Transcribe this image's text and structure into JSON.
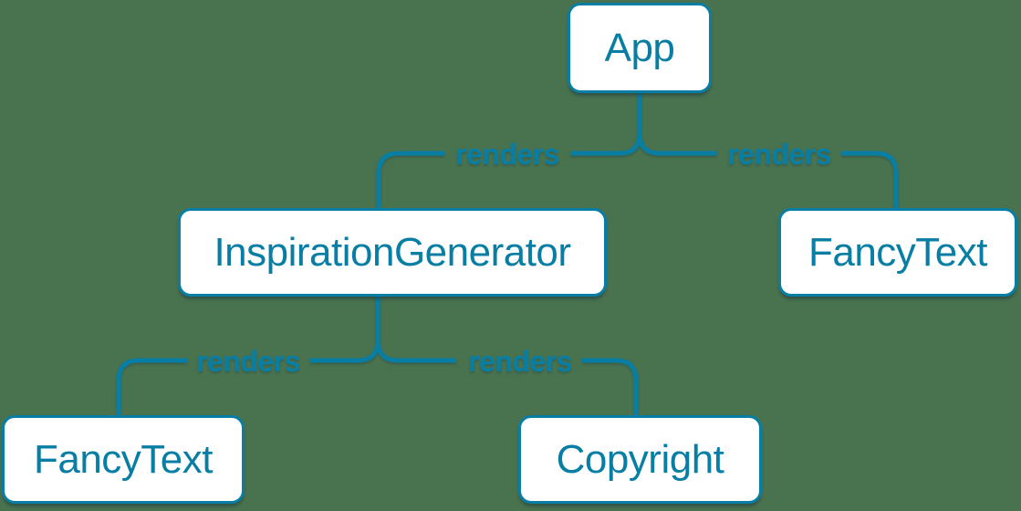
{
  "colors": {
    "background": "#49724F",
    "accent": "#087EA4",
    "node_fill": "#FFFFFF"
  },
  "diagram": {
    "type": "render-tree",
    "nodes": [
      {
        "id": "app",
        "label": "App"
      },
      {
        "id": "inspiration-generator",
        "label": "InspirationGenerator"
      },
      {
        "id": "fancy-text-right",
        "label": "FancyText"
      },
      {
        "id": "fancy-text-left",
        "label": "FancyText"
      },
      {
        "id": "copyright",
        "label": "Copyright"
      }
    ],
    "edges": [
      {
        "from": "app",
        "to": "inspiration-generator",
        "label": "renders"
      },
      {
        "from": "app",
        "to": "fancy-text-right",
        "label": "renders"
      },
      {
        "from": "inspiration-generator",
        "to": "fancy-text-left",
        "label": "renders"
      },
      {
        "from": "inspiration-generator",
        "to": "copyright",
        "label": "renders"
      }
    ]
  }
}
